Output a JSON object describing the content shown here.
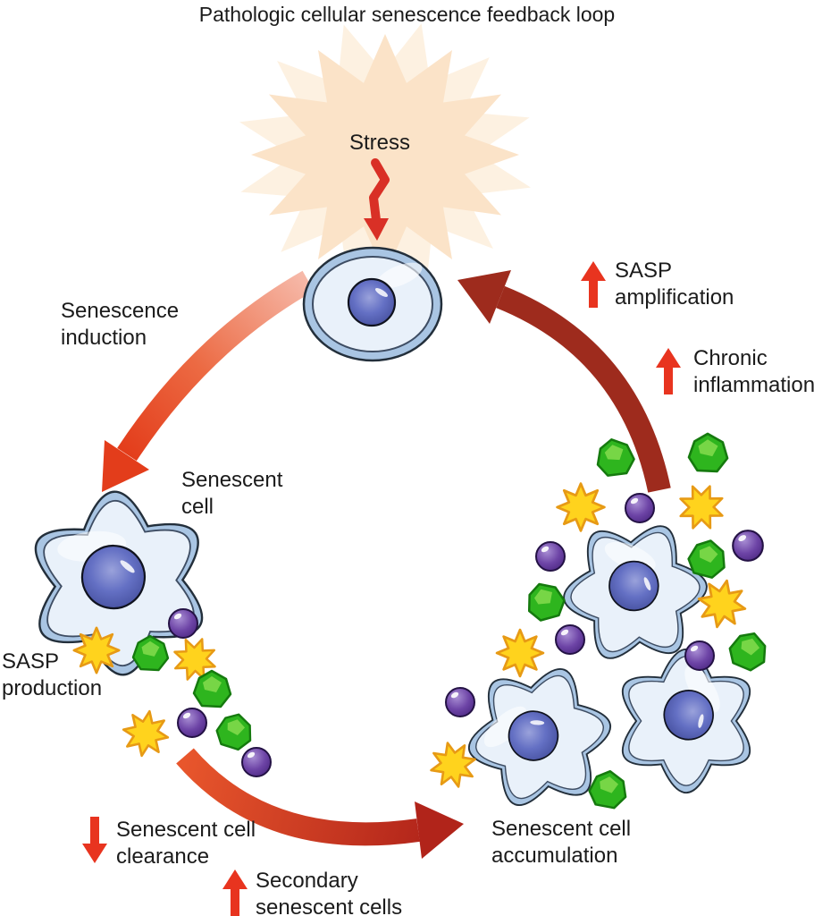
{
  "title": "Pathologic cellular senescence feedback loop",
  "nodes": {
    "stress": {
      "label": "Stress"
    },
    "senescent_cell": {
      "line1": "Senescent",
      "line2": "cell"
    },
    "senescent_cell_accumulation": {
      "line1": "Senescent cell",
      "line2": "accumulation"
    }
  },
  "edges": {
    "senescence_induction": {
      "line1": "Senescence",
      "line2": "induction"
    },
    "sasp_production": {
      "line1": "SASP",
      "line2": "production"
    }
  },
  "annotations": {
    "senescent_cell_clearance": {
      "direction": "down",
      "line1": "Senescent cell",
      "line2": "clearance"
    },
    "secondary_senescent_cells": {
      "direction": "up",
      "line1": "Secondary",
      "line2": "senescent cells"
    },
    "sasp_amplification": {
      "direction": "up",
      "line1": "SASP",
      "line2": "amplification"
    },
    "chronic_inflammation": {
      "direction": "up",
      "line1": "Chronic",
      "line2": "inflammation"
    }
  },
  "icons": {
    "stress_burst": "peach starburst halo",
    "stress_arrow": "red zigzag arrow",
    "sasp_factor": "yellow eight-point star",
    "cytokine": "green gem",
    "vesicle": "purple sphere",
    "up_arrow": "red up arrow",
    "down_arrow": "red down arrow"
  },
  "colors": {
    "text": "#1b1b1b",
    "label_arrow_red": "#e8341f",
    "stress_arrow_red": "#d93026",
    "cycle_arrow_dark_red": "#9e2b1d",
    "cycle_arrow_orange_red": "#e04722",
    "cycle_arrow_light_pink": "#f6b9a9",
    "burst_inner": "#fbe3c8",
    "burst_outer": "#fdf1e1",
    "cell_membrane": "#a9c5e3",
    "cell_body": "#e9f1fa",
    "nucleus_blue": "#5565b8",
    "sasp_yellow": "#ffd31d",
    "gem_green": "#2eb51e",
    "vesicle_purple": "#6a41a0"
  }
}
